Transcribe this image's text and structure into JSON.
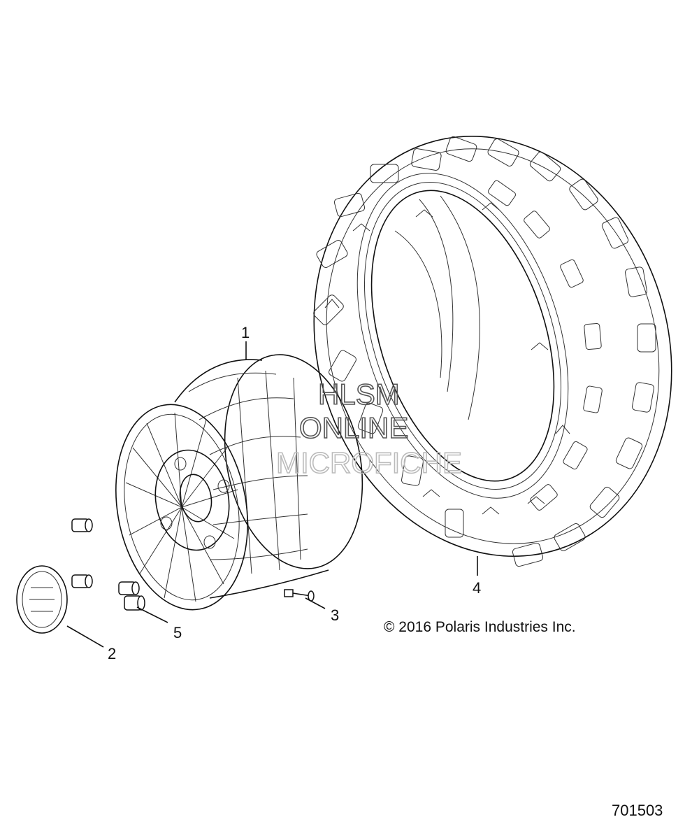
{
  "callouts": {
    "rim": "1",
    "hub_cap": "2",
    "valve_stem": "3",
    "tire": "4",
    "lug_nut": "5"
  },
  "copyright": "© 2016 Polaris Industries Inc.",
  "figure_number": "701503",
  "watermark": {
    "line1": "HLSM",
    "line2": "ONLINE",
    "line3": "MICROFICHE"
  }
}
